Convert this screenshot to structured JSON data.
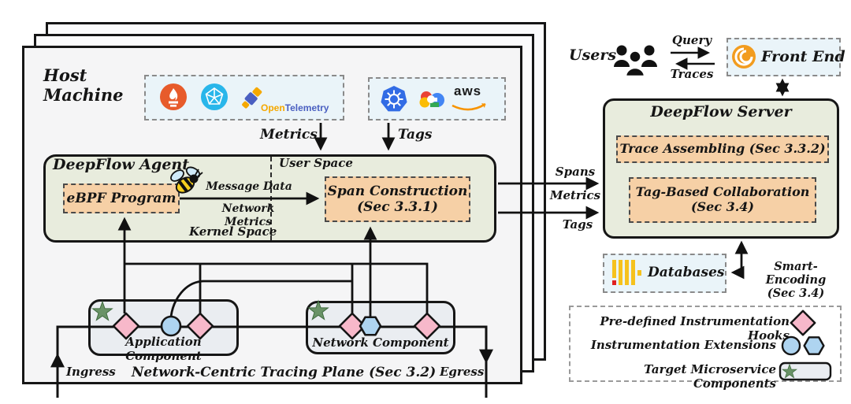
{
  "page": {
    "host_machine": "Host\nMachine"
  },
  "sources": {
    "metrics_label": "Metrics",
    "tags_label": "Tags",
    "otel_open": "Open",
    "otel_telemetry": "Telemetry",
    "aws": "aws",
    "icons": [
      "prometheus-icon",
      "telegraf-icon",
      "opentelemetry-icon",
      "kubernetes-icon",
      "google-cloud-icon",
      "aws-icon"
    ]
  },
  "agent": {
    "title": "DeepFlow Agent",
    "ebpf": "eBPF Program",
    "user_space": "User Space",
    "kernel_space": "Kernel Space",
    "message_data": "Message Data",
    "network_metrics": "Network Metrics",
    "span_construction": "Span Construction\n(Sec 3.3.1)",
    "bee_icon": "ebpf-bee-icon"
  },
  "flows": {
    "spans": "Spans",
    "metrics": "Metrics",
    "tags": "Tags",
    "query": "Query",
    "traces": "Traces",
    "smart_encoding": "Smart-Encoding\n(Sec 3.4)"
  },
  "server": {
    "title": "DeepFlow Server",
    "trace_assembling": "Trace Assembling (Sec 3.3.2)",
    "tag_based": "Tag-Based Collaboration\n(Sec 3.4)"
  },
  "right_side": {
    "users": "Users",
    "front_end": "Front End",
    "databases": "Databases",
    "users_icon": "users-group-icon",
    "front_end_icon": "grafana-icon",
    "databases_icon": "clickhouse-icon"
  },
  "tracing_plane": {
    "app_component": "Application Component",
    "net_component": "Network Component",
    "plane": "Network-Centric Tracing Plane (Sec 3.2)",
    "ingress": "Ingress",
    "egress": "Egress"
  },
  "legend": {
    "rows": [
      "Pre-defined Instrumentation Hooks",
      "Instrumentation Extensions",
      "Target Microservice Components"
    ],
    "symbols": [
      "pink-diamond-hook",
      "blue-circle-extension",
      "blue-hexagon-extension",
      "green-star-component"
    ]
  },
  "colors": {
    "orange_box": "#f6d0a6",
    "sage_box": "#e8ecdd",
    "component_box": "#eaedf1",
    "icon_box": "#eaf4f9",
    "hook_pink": "#f7b8ca",
    "extension_blue": "#aed4f0",
    "star_green": "#6a9367",
    "prometheus_orange": "#e75b2b",
    "telegraf_blue": "#29b6ea",
    "kubernetes_blue": "#326ce5",
    "grafana_orange": "#f29c1f",
    "clickhouse_yellow": "#f6c21d",
    "aws_swoosh_orange": "#f79400",
    "otel_orange": "#f5a800",
    "otel_blue": "#4a5fc1"
  }
}
